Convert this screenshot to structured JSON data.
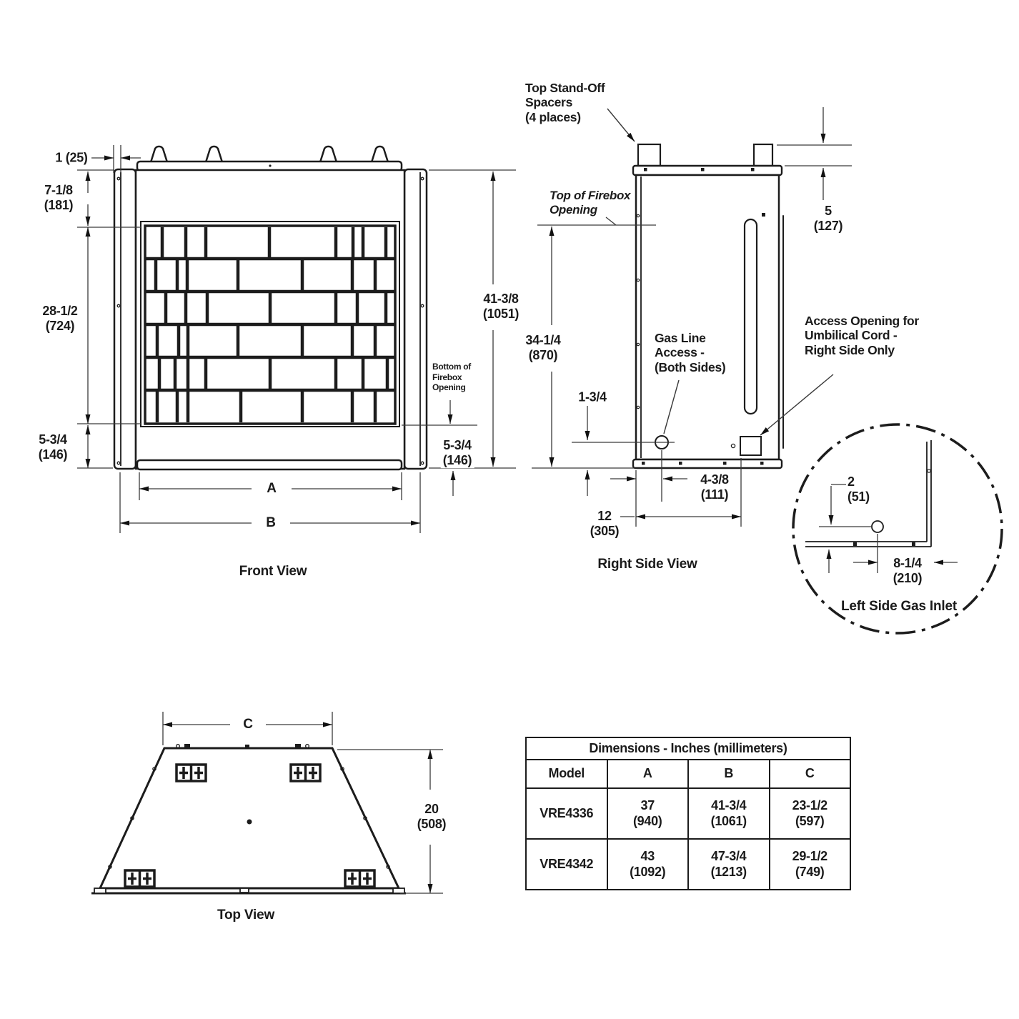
{
  "front_view": {
    "title": "Front View",
    "dim_flange": "1 (25)",
    "dim_top_band": "7-1/8\n(181)",
    "dim_opening_height": "28-1/2\n(724)",
    "dim_bottom_left": "5-3/4\n(146)",
    "dim_overall_height": "41-3/8\n(1051)",
    "note_bottom_firebox": "Bottom of\nFirebox\nOpening",
    "dim_bottom_right": "5-3/4\n(146)",
    "dim_a": "A",
    "dim_b": "B"
  },
  "right_side_view": {
    "title": "Right Side View",
    "note_standoff": "Top Stand-Off\nSpacers\n(4 places)",
    "note_top_of_firebox": "Top of Firebox\nOpening",
    "dim_spacer_height": "5\n(127)",
    "dim_firebox_height": "34-1/4\n(870)",
    "note_gas_line": "Gas Line\nAccess -\n(Both Sides)",
    "note_umbilical": "Access Opening for\nUmbilical Cord -\nRight Side Only",
    "dim_gas_offset": "1-3/4",
    "dim_gas_depth": "4-3/8\n(111)",
    "dim_depth": "12\n(305)"
  },
  "gas_inlet_detail": {
    "title": "Left Side Gas Inlet",
    "dim_height": "2\n(51)",
    "dim_depth": "8-1/4\n(210)"
  },
  "top_view": {
    "title": "Top View",
    "dim_c": "C",
    "dim_depth": "20\n(508)"
  },
  "table": {
    "title": "Dimensions - Inches (millimeters)",
    "columns": [
      "Model",
      "A",
      "B",
      "C"
    ],
    "rows": [
      {
        "model": "VRE4336",
        "a": "37\n(940)",
        "b": "41-3/4\n(1061)",
        "c": "23-1/2\n(597)"
      },
      {
        "model": "VRE4342",
        "a": "43\n(1092)",
        "b": "47-3/4\n(1213)",
        "c": "29-1/2\n(749)"
      }
    ]
  }
}
